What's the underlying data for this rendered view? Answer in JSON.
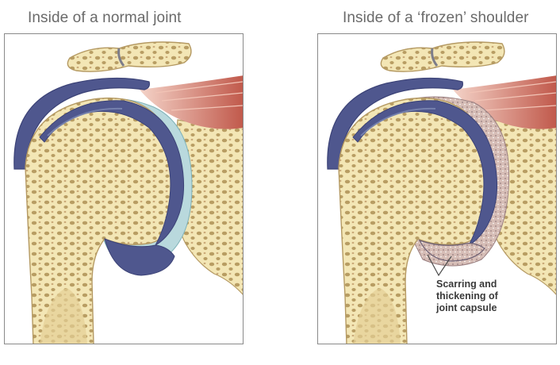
{
  "panels": [
    {
      "title": "Inside of a normal joint",
      "capsule": "normal"
    },
    {
      "title": "Inside of a ‘frozen’ shoulder",
      "capsule": "frozen",
      "callout": {
        "lines": [
          "Scarring and",
          "thickening of",
          "joint capsule"
        ]
      }
    }
  ],
  "colors": {
    "bone": "#f3e6b5",
    "bone_outline": "#b59a63",
    "bone_pores": "#b89d63",
    "cartilage": "#4f578e",
    "cartilage_light": "#7580ad",
    "fluid": "#b9d9dd",
    "muscle": "#c86a5a",
    "scar": "#d2b6b0"
  }
}
